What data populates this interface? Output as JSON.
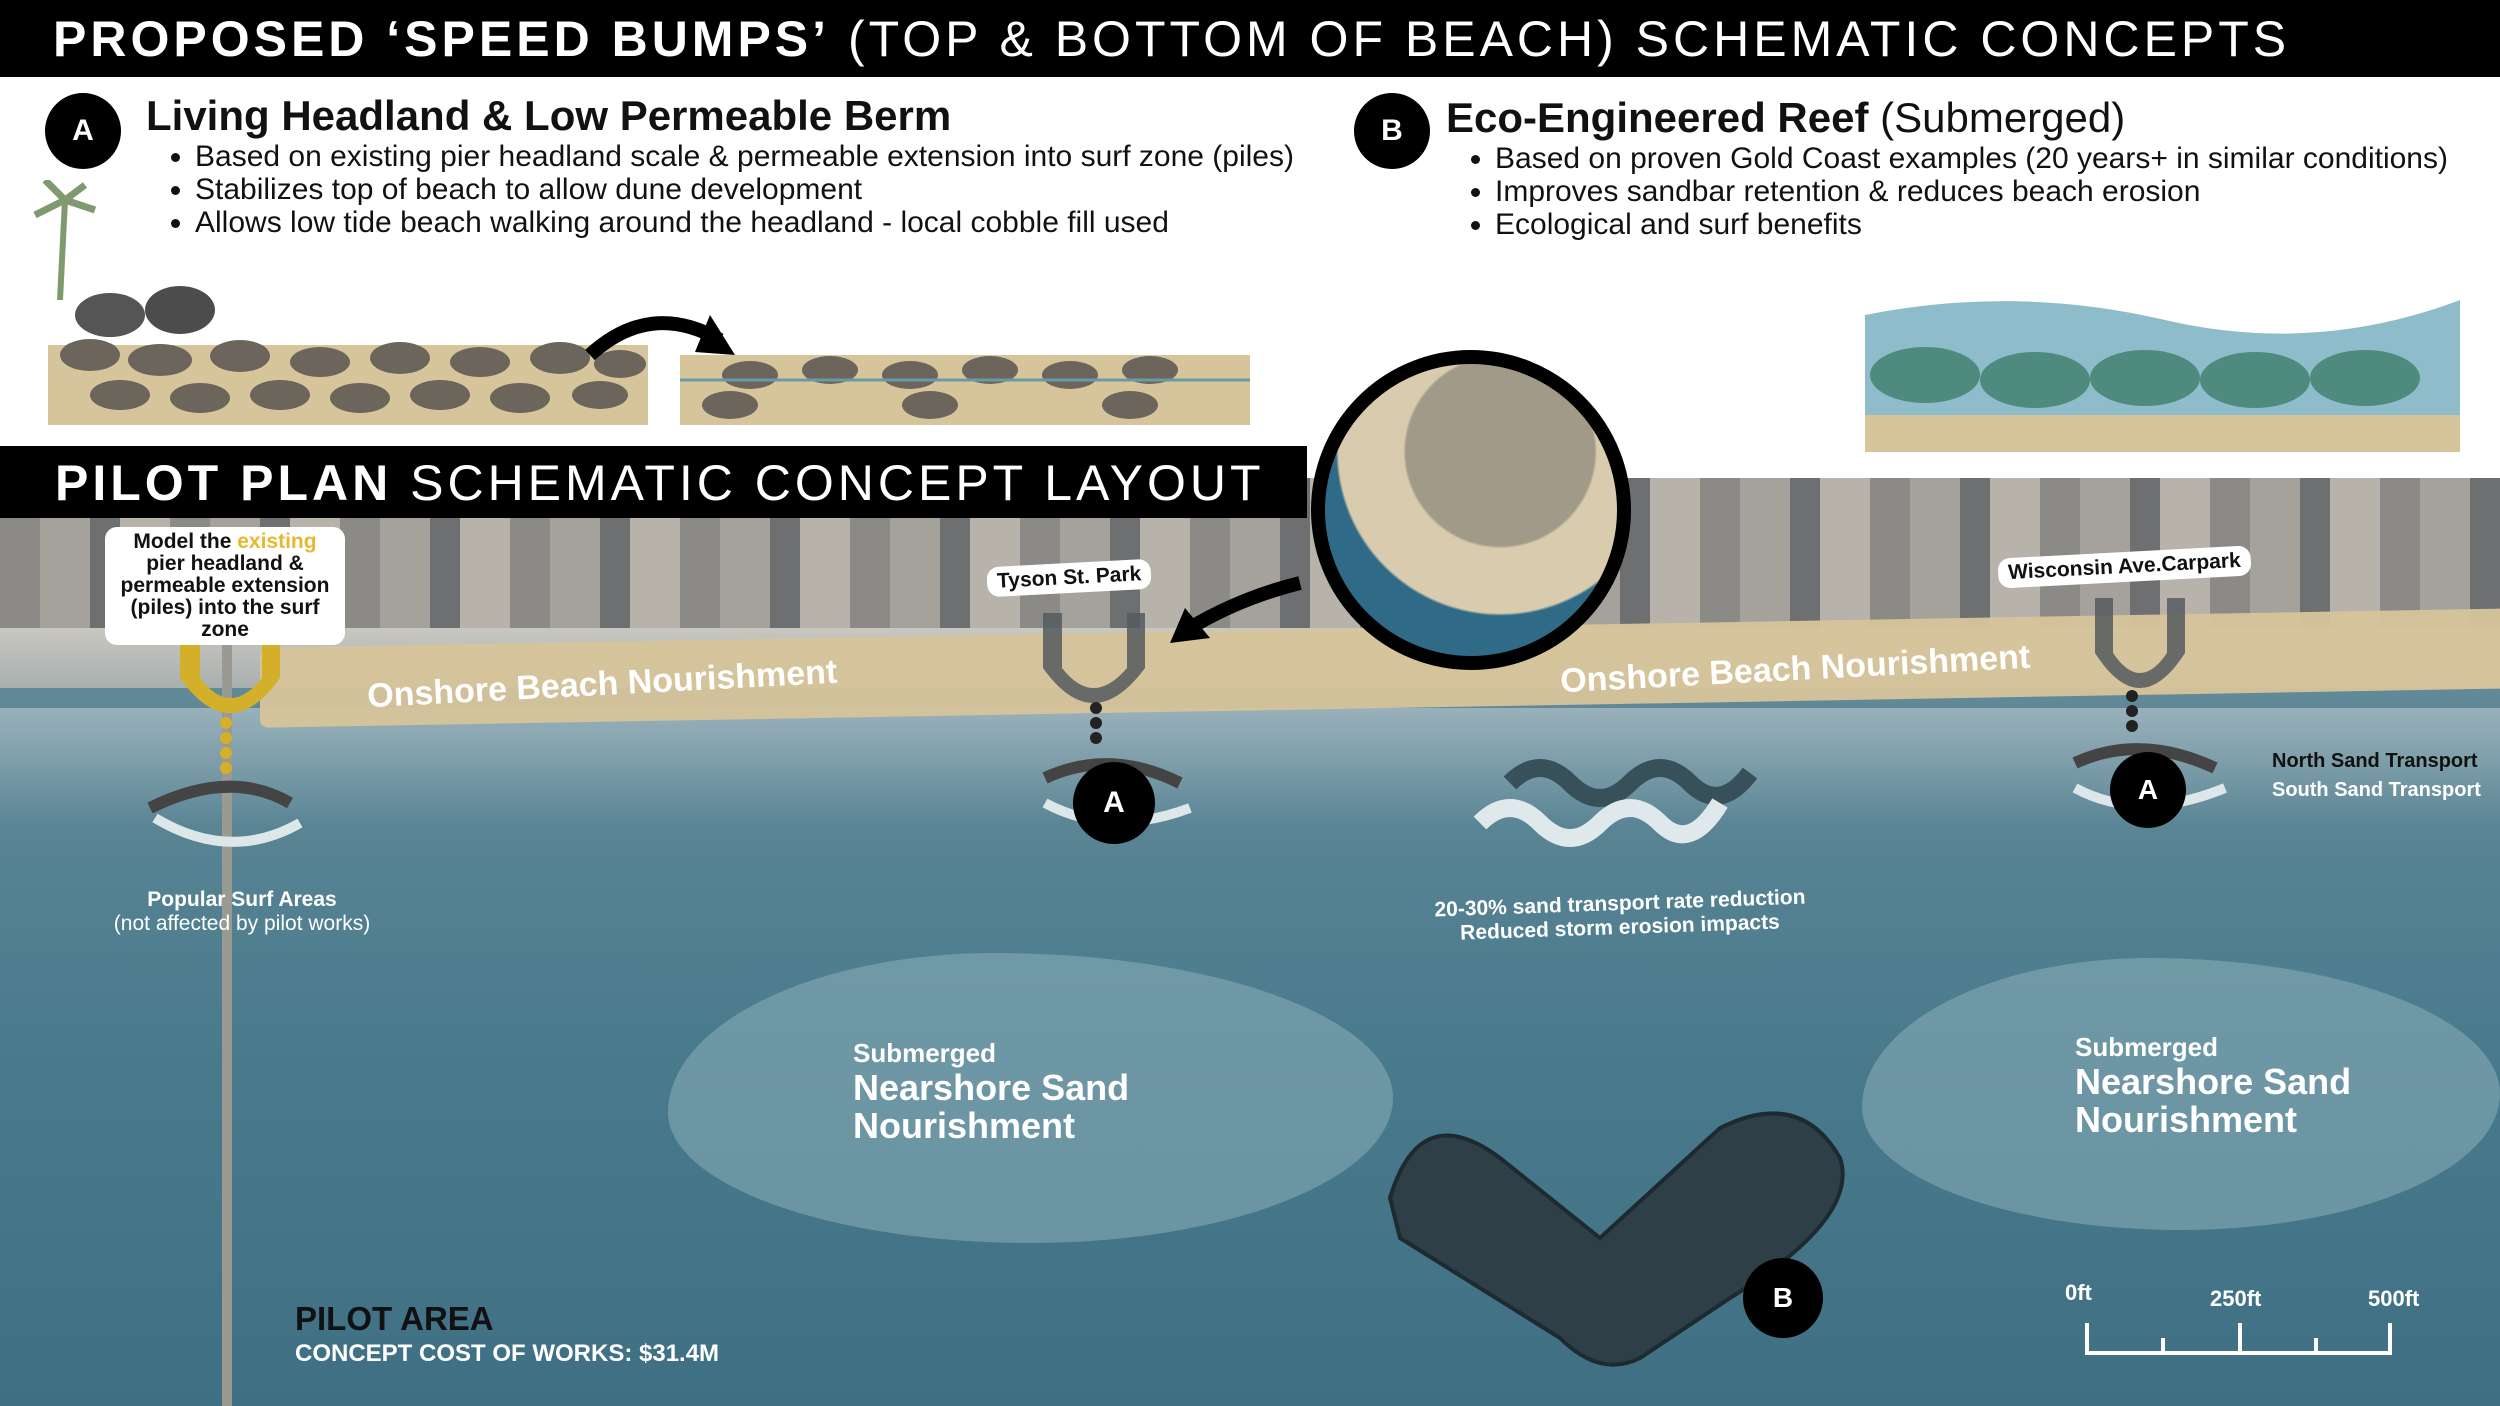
{
  "title": {
    "bold": "PROPOSED ‘SPEED BUMPS’",
    "rest": " (TOP & BOTTOM OF BEACH) SCHEMATIC CONCEPTS"
  },
  "concept_a": {
    "badge": "A",
    "title": "Living Headland & Low Permeable Berm",
    "bullets": [
      "Based on existing pier headland scale & permeable extension into surf zone (piles)",
      "Stabilizes top of beach to allow dune development",
      "Allows low tide beach walking around the headland - local cobble fill used"
    ]
  },
  "concept_b": {
    "badge": "B",
    "title_bold": "Eco-Engineered Reef",
    "title_rest": " (Submerged)",
    "bullets": [
      "Based on proven Gold Coast examples (20 years+ in similar conditions)",
      "Improves sandbar retention & reduces beach erosion",
      "Ecological and surf benefits"
    ]
  },
  "pilot": {
    "title_bold": "PILOT PLAN",
    "title_rest": " SCHEMATIC CONCEPT LAYOUT"
  },
  "map": {
    "pier_note": {
      "pre": "Model the ",
      "highlight": "existing",
      "post": " pier headland & permeable extension (piles) into the surf zone"
    },
    "tyson": "Tyson St. Park",
    "wisconsin": "Wisconsin Ave.Carpark",
    "nourishment_left": "Onshore Beach Nourishment",
    "nourishment_right": "Onshore Beach Nourishment",
    "surf_areas": "Popular Surf Areas",
    "surf_note": "(not affected by pilot works)",
    "reduction": "20-30% sand transport rate reduction",
    "storm": "Reduced storm erosion impacts",
    "north": "North Sand Transport",
    "south": "South Sand Transport",
    "submerged_small": "Submerged",
    "submerged_big": "Nearshore Sand Nourishment",
    "badge_a": "A",
    "badge_b": "B",
    "pilot_area": "PILOT AREA",
    "cost": "CONCEPT COST OF WORKS: $31.4M",
    "scale": [
      "0ft",
      "250ft",
      "500ft"
    ]
  },
  "colors": {
    "sand": "#d6c49a",
    "highlight": "#e8b830",
    "water": "#4a7b8d",
    "headland": "#d4b02a"
  }
}
